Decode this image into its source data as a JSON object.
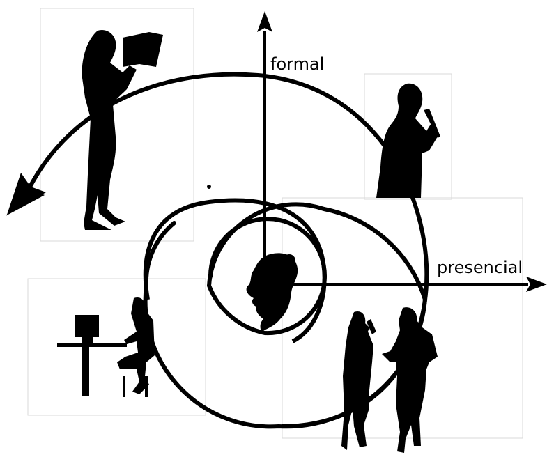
{
  "diagram": {
    "axes": {
      "vertical_label": "formal",
      "horizontal_label": "presencial"
    },
    "figures": [
      {
        "id": "woman-reading",
        "icon": "woman-reading-book-silhouette"
      },
      {
        "id": "man-speaking",
        "icon": "man-speaking-microphone-silhouette"
      },
      {
        "id": "head",
        "icon": "woman-head-profile-silhouette"
      },
      {
        "id": "computer-user",
        "icon": "person-at-computer-silhouette"
      },
      {
        "id": "conversation",
        "icon": "two-people-talking-silhouette"
      }
    ],
    "colors": {
      "ink": "#000000",
      "panel_border": "#d9d9d9",
      "background": "#ffffff"
    }
  }
}
